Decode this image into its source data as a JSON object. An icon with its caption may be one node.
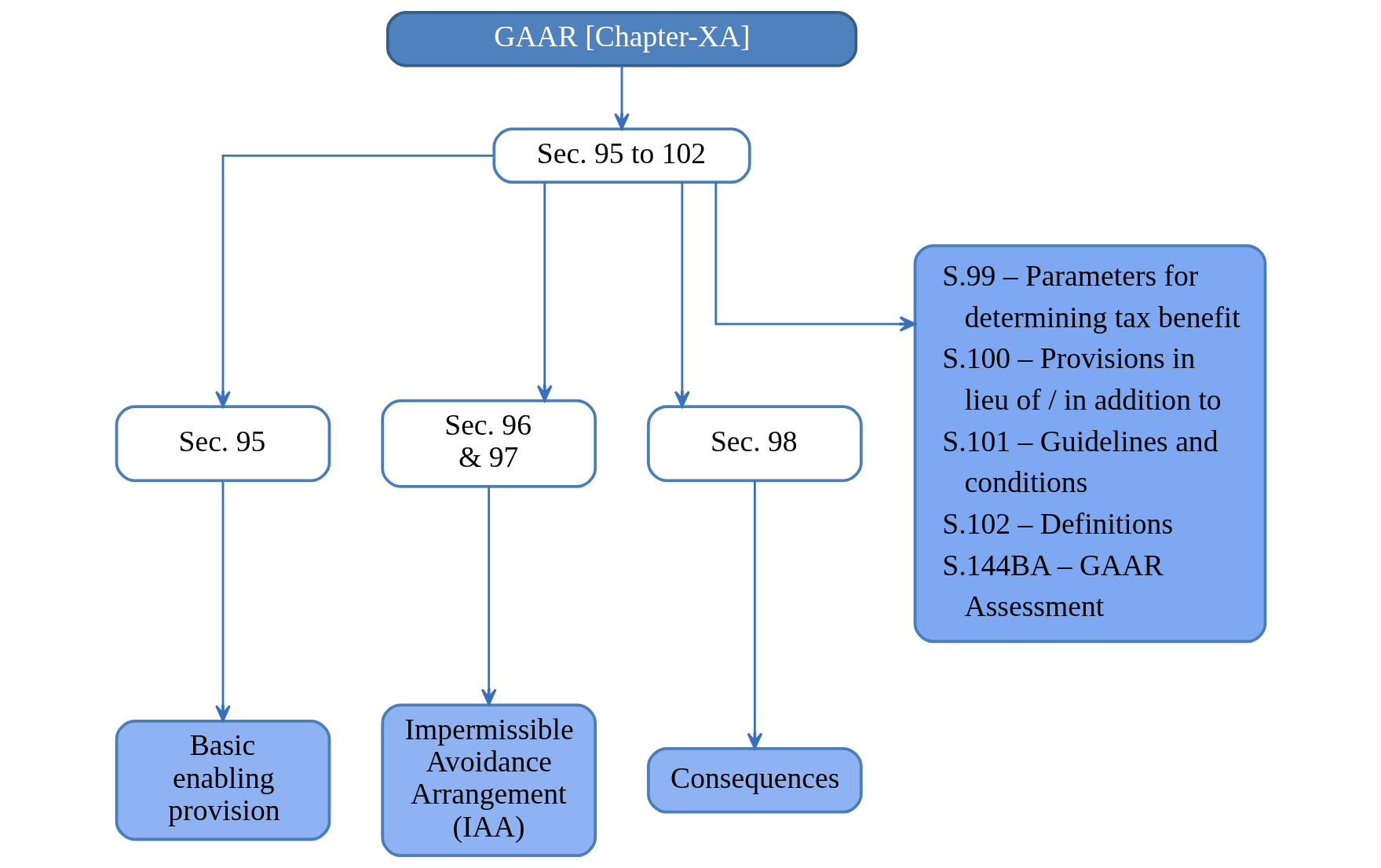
{
  "diagram": {
    "nodes": [
      {
        "text": [
          "GAAR [Chapter-XA]"
        ]
      },
      {
        "text": [
          "Sec. 95 to 102"
        ]
      },
      {
        "text": [
          "Sec. 95"
        ]
      },
      {
        "text": [
          "Sec. 96 & 97"
        ]
      },
      {
        "text": [
          "Sec. 98"
        ]
      },
      {
        "text": [
          "S.99 – Parameters for determining tax benefit",
          "S.100 – Provisions in lieu of / in addition to",
          "S.101 – Guidelines and conditions",
          "S.102 – Definitions",
          "S.144BA – GAAR Assessment"
        ]
      },
      {
        "text": [
          "Basic enabling provision"
        ]
      },
      {
        "text": [
          "Impermissible Avoidance Arrangement (IAA)"
        ]
      },
      {
        "text": [
          "Consequences"
        ]
      }
    ],
    "edges": [
      {
        "from": 0,
        "to": 1,
        "arrow": "to"
      },
      {
        "from": 1,
        "to": 2,
        "arrow": "to"
      },
      {
        "from": 1,
        "to": 3,
        "arrow": "to"
      },
      {
        "from": 1,
        "to": 4,
        "arrow": "to"
      },
      {
        "from": 1,
        "to": 5,
        "arrow": "to"
      },
      {
        "from": 2,
        "to": 6,
        "arrow": "to"
      },
      {
        "from": 3,
        "to": 7,
        "arrow": "to"
      },
      {
        "from": 4,
        "to": 8,
        "arrow": "to"
      }
    ]
  }
}
